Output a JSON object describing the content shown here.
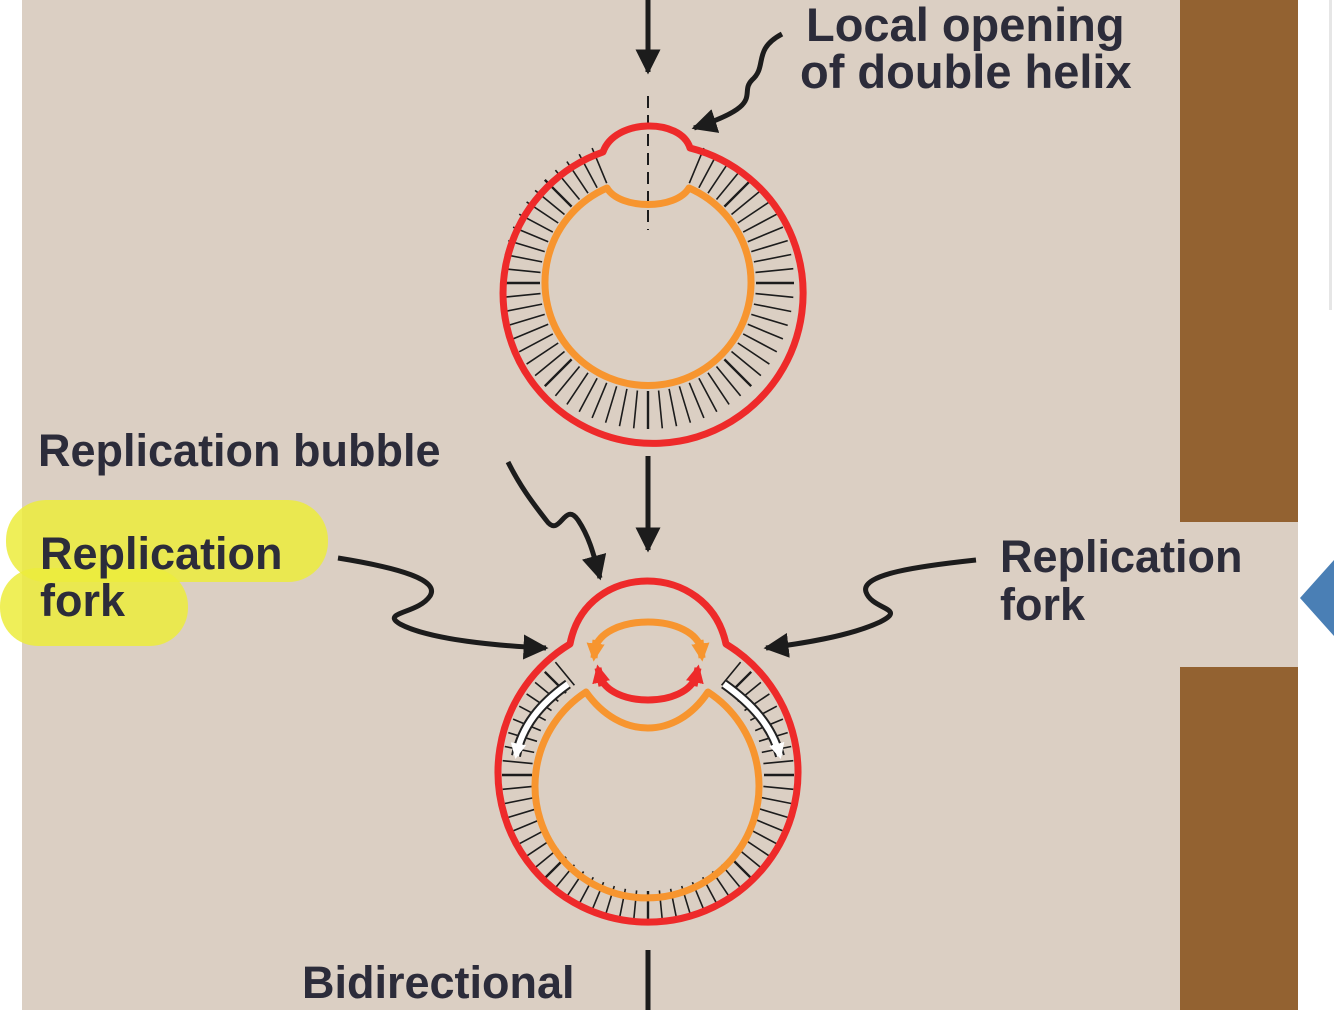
{
  "labels": {
    "local_opening_line1": "Local opening",
    "local_opening_line2": "of double helix",
    "replication_bubble": "Replication bubble",
    "left_fork_line1": "Replication",
    "left_fork_line2": "fork",
    "right_fork_line1": "Replication",
    "right_fork_line2": "fork",
    "bidirectional": "Bidirectional"
  },
  "colors": {
    "background": "#dbcfc3",
    "outer_strand": "#ee2a2a",
    "inner_strand": "#f7952f",
    "highlight": "#ecec3c",
    "side_bar": "#936231",
    "text": "#2c2c3a",
    "nav_arrow": "#4a7fb5"
  }
}
